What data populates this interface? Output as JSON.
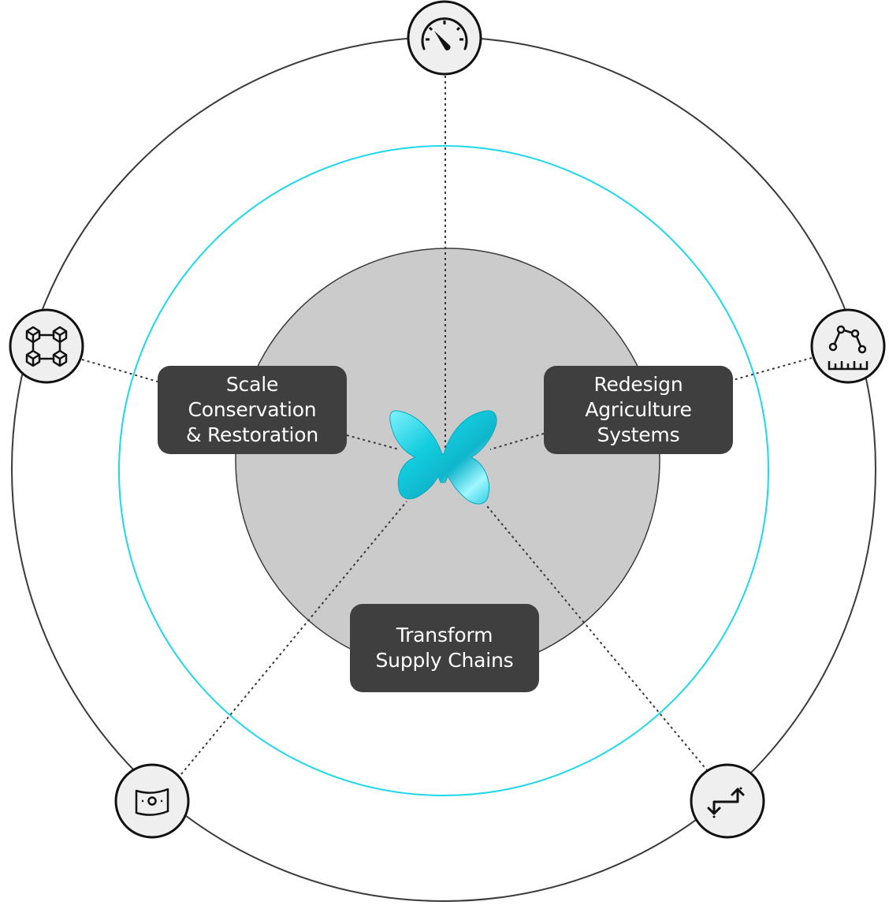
{
  "colors": {
    "accent_ring": "#1dd8ea",
    "outer_ring": "#3a3a3a",
    "core_fill": "#cbcbcb",
    "label_bg": "#3f3f3f",
    "label_text": "#ffffff",
    "icon_fill": "#efefef",
    "butterfly": "#1ccde0"
  },
  "labels": {
    "scale": "Scale\nConservation\n& Restoration",
    "agriculture": "Redesign\nAgriculture\nSystems",
    "supply": "Transform\nSupply Chains"
  },
  "icons": {
    "top": "speedometer-icon",
    "left": "linked-blocks-icon",
    "right": "chart-ruler-icon",
    "bottom_left": "money-bill-icon",
    "bottom_right": "exchange-arrows-icon",
    "center": "butterfly-logo-icon"
  }
}
